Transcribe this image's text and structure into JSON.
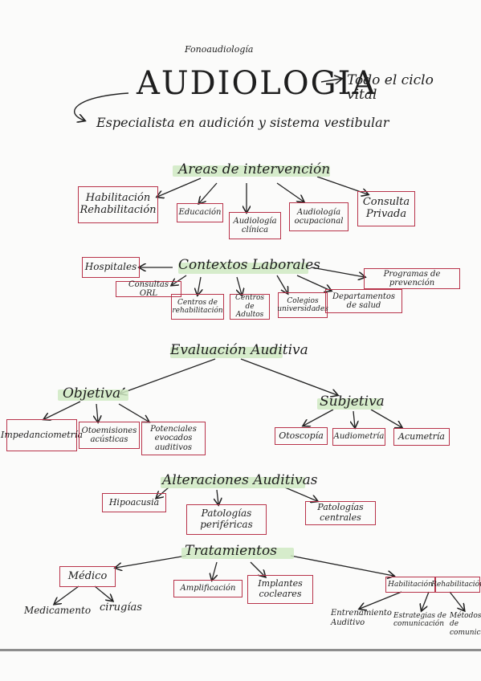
{
  "header": {
    "subtitle": "Fonoaudiología",
    "title": "AUDIOLOGIA",
    "side_note": "Todo el ciclo vital",
    "definition": "Especialista en audición y sistema vestibular"
  },
  "sections": {
    "areas": {
      "heading": "Areas de intervención",
      "items": [
        "Habilitación Rehabilitación",
        "Educación",
        "Audiología clínica",
        "Audiología ocupacional",
        "Consulta Privada"
      ]
    },
    "contextos": {
      "heading": "Contextos Laborales",
      "items": [
        "Hospitales",
        "Consultas ORL",
        "Centros de rehabilitación",
        "Centros de Adultos",
        "Colegios universidades",
        "Departamentos de salud",
        "Programas de prevención"
      ]
    },
    "evaluacion": {
      "heading": "Evaluación Auditiva",
      "objetiva": "Objetiva",
      "subjetiva": "Subjetiva",
      "objetiva_items": [
        "Impedanciometría",
        "Otoemisiones acústicas",
        "Potenciales evocados auditivos"
      ],
      "subjetiva_items": [
        "Otoscopía",
        "Audiometría",
        "Acumetría"
      ]
    },
    "alteraciones": {
      "heading": "Alteraciones Auditivas",
      "items": [
        "Hipoacusia",
        "Patologías periféricas",
        "Patologías centrales"
      ]
    },
    "tratamientos": {
      "heading": "Tratamientos",
      "items": [
        "Médico",
        "Amplificación",
        "Implantes cocleares",
        "Habilitación",
        "Rehabilitación"
      ],
      "medico_children": [
        "Medicamento",
        "cirugías"
      ],
      "hab_children": [
        "Entrenamiento Auditivo",
        "Estrategias de comunicación",
        "Métodos de comunicación"
      ]
    }
  }
}
